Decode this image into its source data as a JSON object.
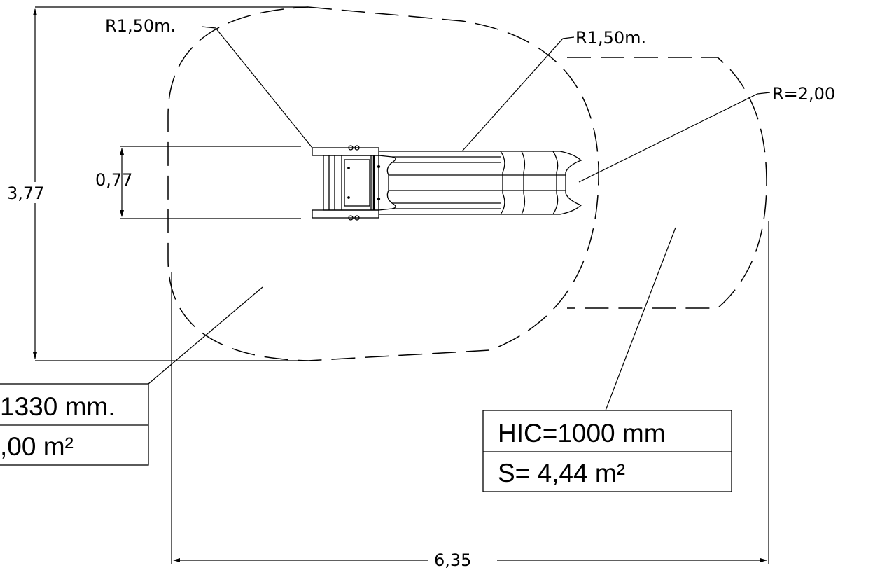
{
  "labels": {
    "radius_left": "R1,50m.",
    "radius_right": "R1,50m.",
    "radius_end": "R=2,00",
    "dim_width": "0,77",
    "dim_height": "3,77",
    "dim_length": "6,35"
  },
  "box_left": {
    "hic": "1330 mm.",
    "area": ",00 m²"
  },
  "box_right": {
    "hic": "HIC=1000 mm",
    "area": "S= 4,44 m²"
  }
}
